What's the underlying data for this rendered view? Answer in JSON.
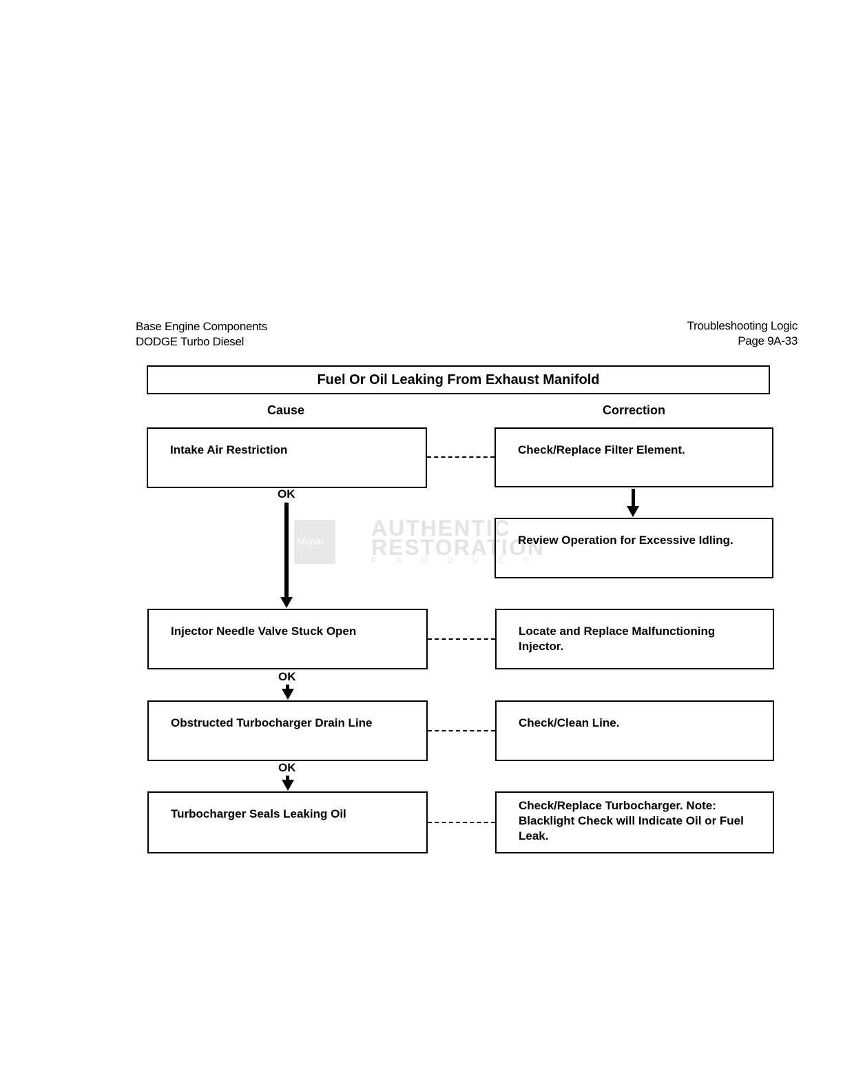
{
  "header": {
    "left_line1": "Base Engine Components",
    "left_line2": "DODGE Turbo Diesel",
    "right_line1": "Troubleshooting Logic",
    "right_line2": "Page 9A-33"
  },
  "chart": {
    "title": "Fuel Or Oil Leaking From Exhaust Manifold",
    "cause_heading": "Cause",
    "correction_heading": "Correction",
    "ok_label": "OK",
    "causes": [
      "Intake Air Restriction",
      "Injector Needle Valve Stuck Open",
      "Obstructed Turbocharger Drain Line",
      "Turbocharger Seals Leaking Oil"
    ],
    "corrections": [
      "Check/Replace Filter Element.",
      "Review Operation for Excessive Idling.",
      "Locate and Replace Malfunctioning Injector.",
      "Check/Clean Line.",
      "Check/Replace Turbocharger. Note: Blacklight Check will Indicate Oil or Fuel Leak."
    ]
  },
  "watermark": {
    "logo": "Mopar",
    "line1": "AUTHENTIC",
    "line2": "RESTORATION",
    "line3": "PRODUCT"
  }
}
